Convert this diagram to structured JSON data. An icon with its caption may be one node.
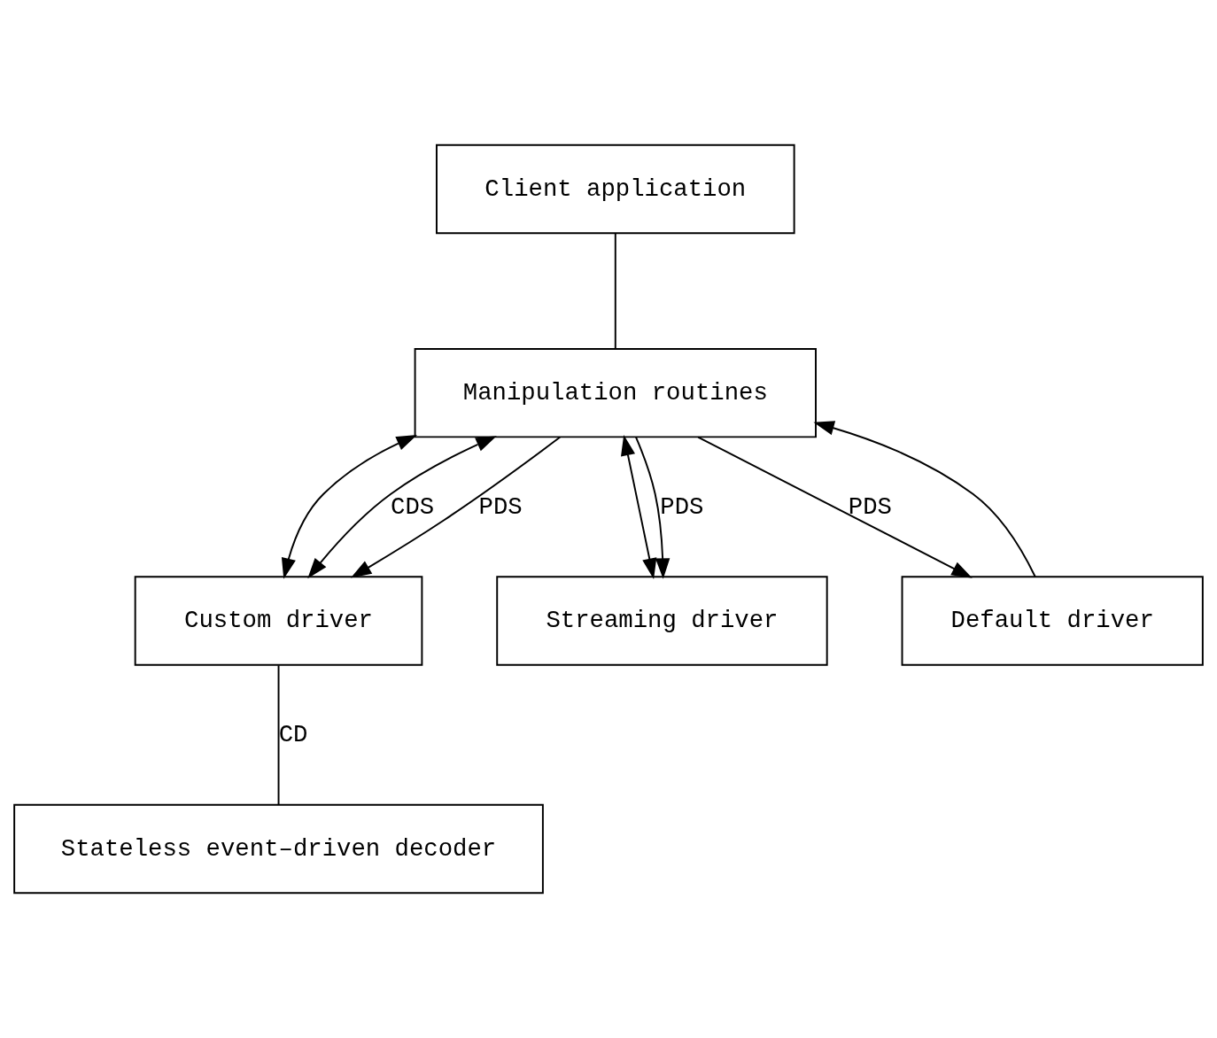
{
  "diagram": {
    "nodes": [
      {
        "text": [
          "Client application"
        ]
      },
      {
        "text": [
          "Manipulation routines"
        ]
      },
      {
        "text": [
          "Custom driver"
        ]
      },
      {
        "text": [
          "Streaming driver"
        ]
      },
      {
        "text": [
          "Default driver"
        ]
      },
      {
        "text": [
          "Stateless event–driven decoder"
        ]
      }
    ],
    "edges": [
      {
        "from": 0,
        "to": 1,
        "arrow": "none"
      },
      {
        "from": 1,
        "to": 2,
        "arrow": "both"
      },
      {
        "from": 1,
        "to": 2,
        "label": "CDS",
        "arrow": "both"
      },
      {
        "from": 1,
        "to": 3,
        "arrow": "both"
      },
      {
        "from": 4,
        "to": 1,
        "arrow": "to"
      },
      {
        "from": 1,
        "to": 2,
        "label": "PDS",
        "arrow": "to"
      },
      {
        "from": 1,
        "to": 3,
        "label": "PDS",
        "arrow": "to"
      },
      {
        "from": 1,
        "to": 4,
        "label": "PDS",
        "arrow": "to"
      },
      {
        "from": 2,
        "to": 5,
        "label": "CD",
        "arrow": "none"
      }
    ]
  }
}
